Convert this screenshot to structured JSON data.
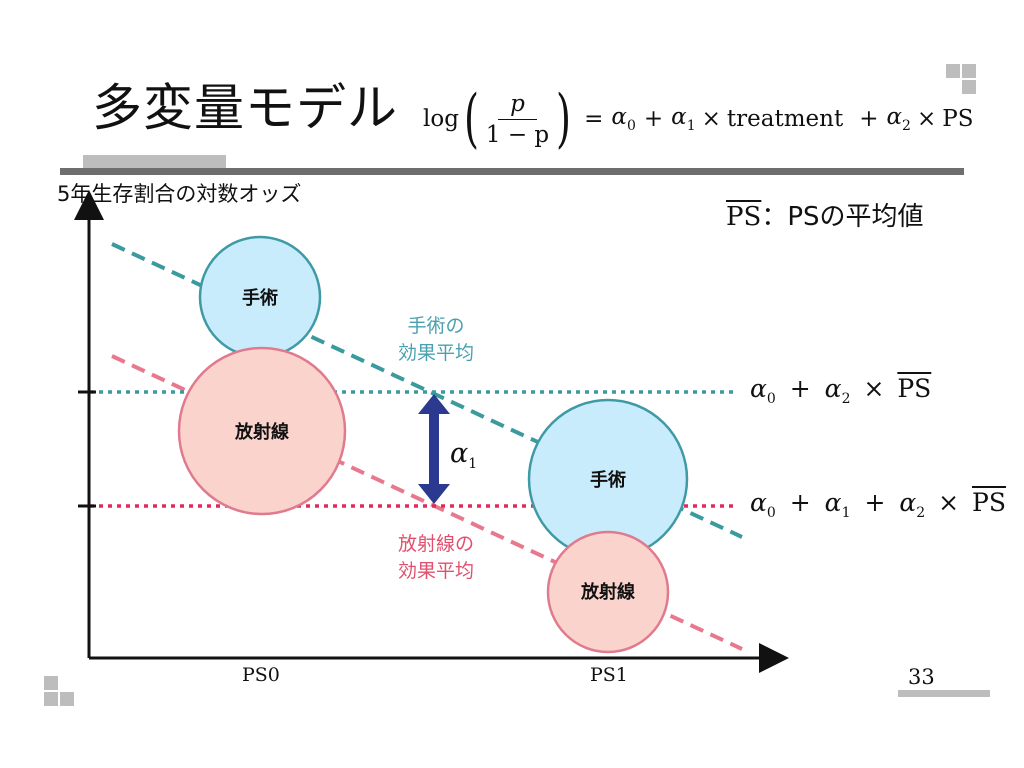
{
  "slide": {
    "title": "多変量モデル",
    "page_number": "33"
  },
  "formula": {
    "log": "log",
    "numerator": "p",
    "denominator": "1 − p",
    "rhs_eq": "=",
    "alpha": "α",
    "sub0": "0",
    "sub1": "1",
    "sub2": "2",
    "plus": "+",
    "times": "×",
    "treatment": "treatment",
    "ps": "PS"
  },
  "legend": {
    "ps_bar": "PS",
    "ps_mean_text": "：PSの平均値"
  },
  "axes": {
    "y_label": "5年生存割合の対数オッズ",
    "x_ticks": [
      "PS0",
      "PS1"
    ]
  },
  "groups": {
    "surgery_label": "手術",
    "radiation_label": "放射線",
    "surgery_mean_line1": "手術の",
    "surgery_mean_line2": "効果平均",
    "radiation_mean_line1": "放射線の",
    "radiation_mean_line2": "効果平均"
  },
  "colors": {
    "surgery_line": "#3a9a9e",
    "radiation_line": "#e8788e",
    "surgery_fill": "#c8ecfb",
    "radiation_fill": "#fad4cc",
    "surgery_stroke": "#3f9aa5",
    "radiation_stroke": "#e07a8e",
    "surgery_dotted": "#3a9a9e",
    "radiation_dotted": "#e02a5a",
    "arrow": "#2b3990",
    "surgery_text": "#4aa0b0",
    "radiation_text": "#e0506e"
  },
  "chart_data": {
    "type": "diagram",
    "x": [
      "PS0",
      "PS1"
    ],
    "ylabel": "5年生存割合の対数オッズ",
    "xlabel": ""
  }
}
